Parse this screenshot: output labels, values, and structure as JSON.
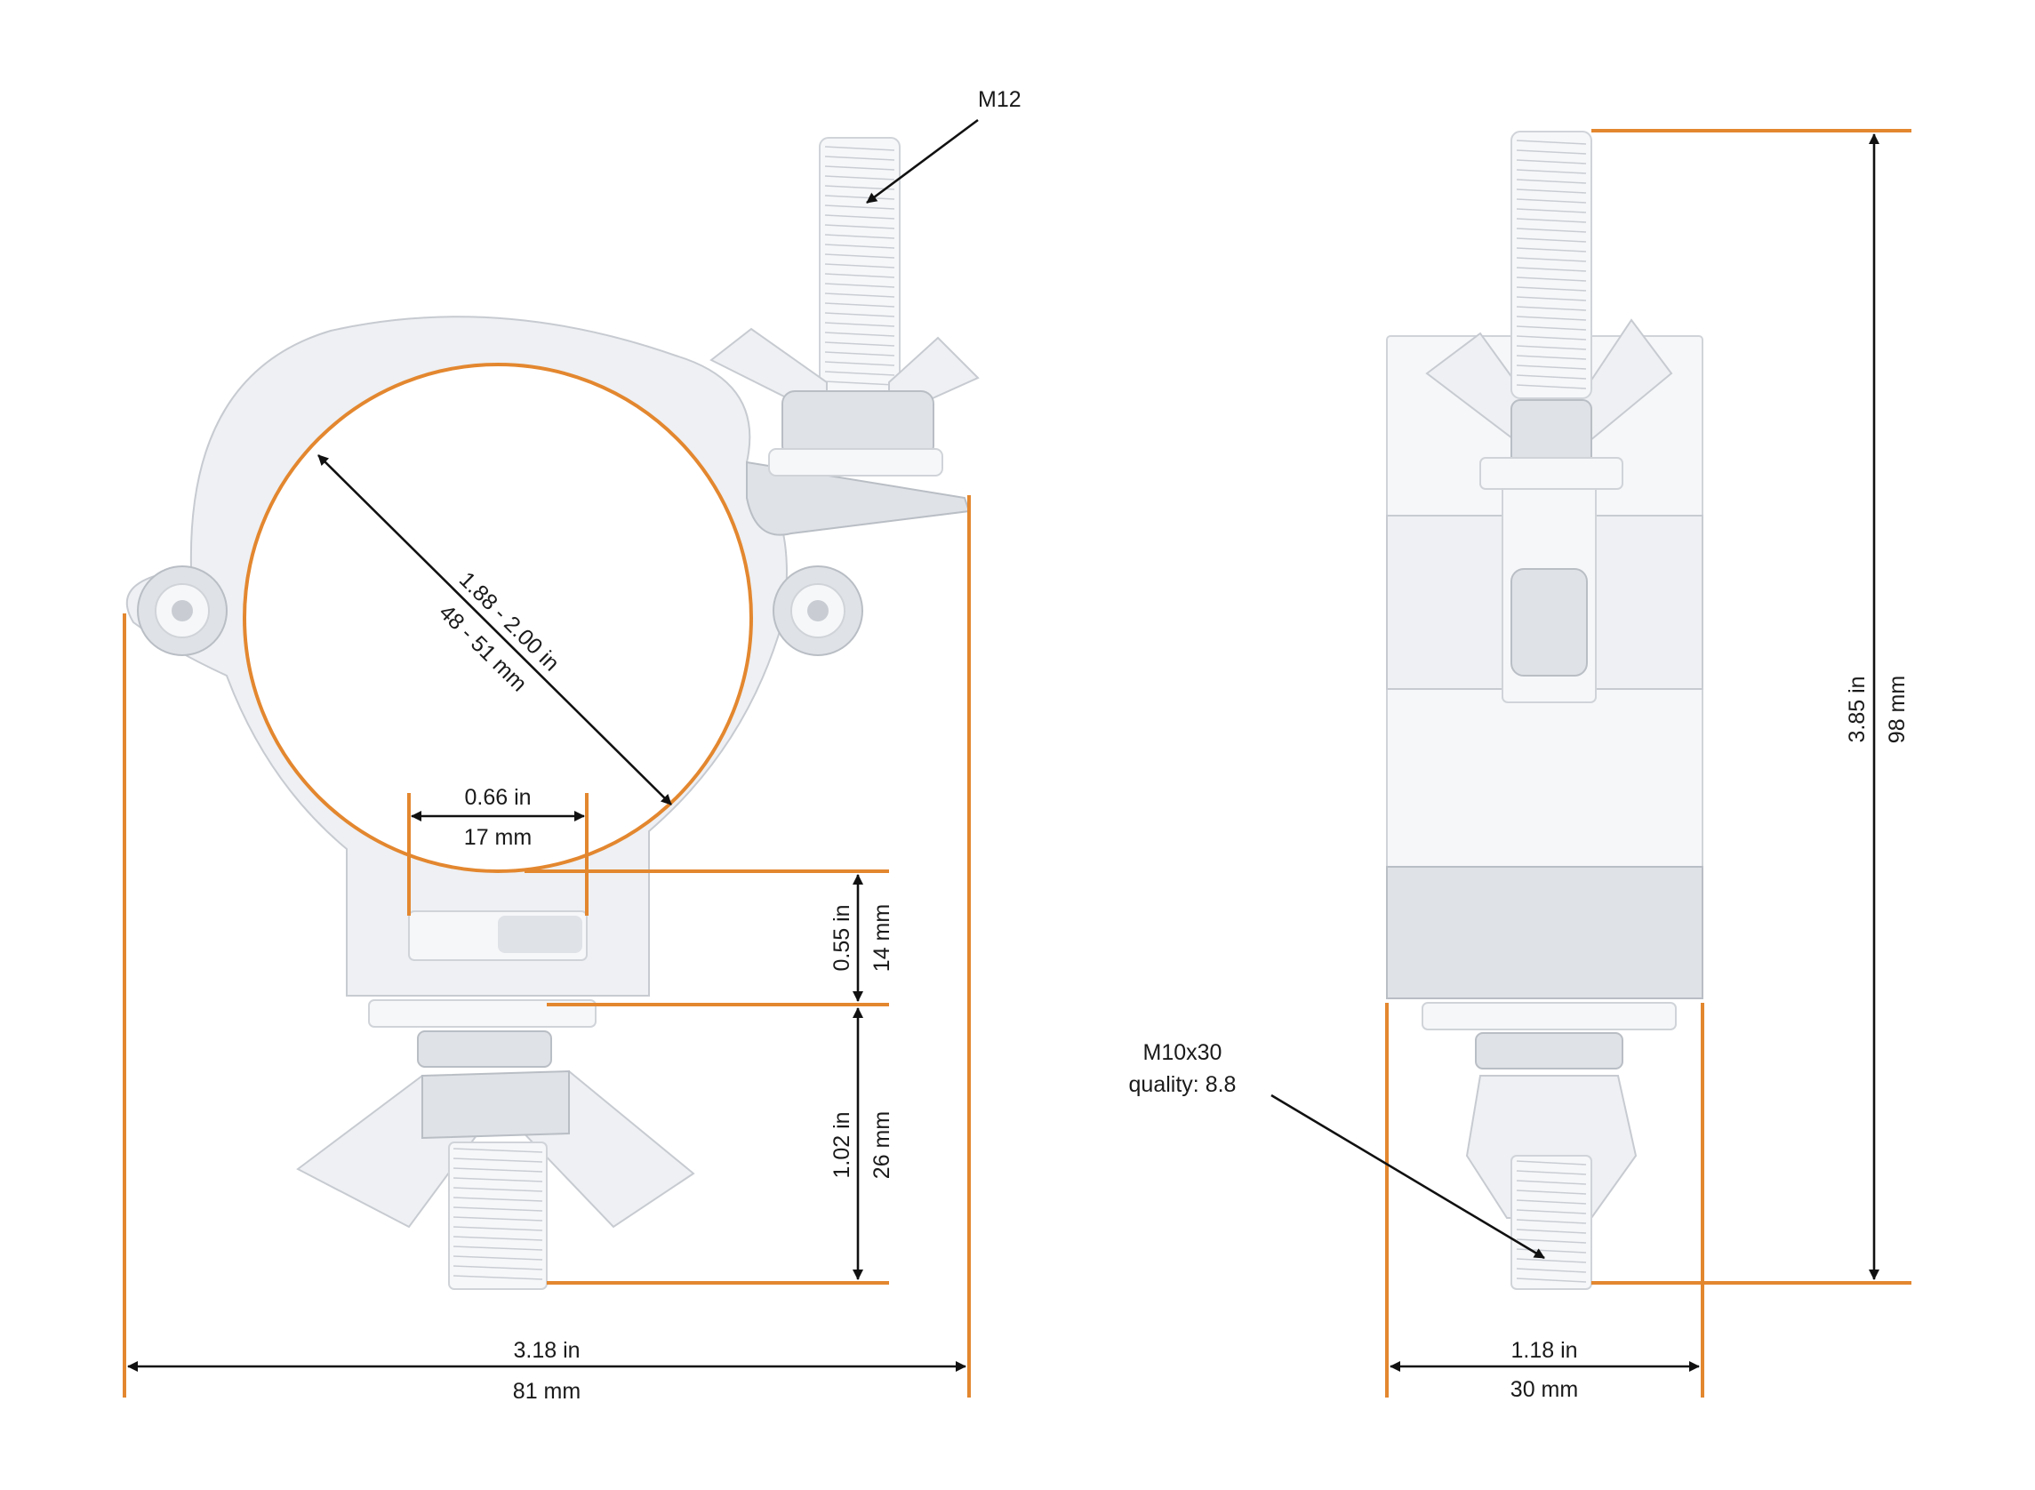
{
  "colors": {
    "dimension_line": "#e3872f",
    "arrow_line": "#111111",
    "metal": "#eef0f3"
  },
  "front_view": {
    "bolt_label": "M12",
    "tube_diameter_in": "1.88 - 2.00 in",
    "tube_diameter_mm": "48 - 51 mm",
    "slot_width_in": "0.66 in",
    "slot_width_mm": "17 mm",
    "base_height_in": "0.55 in",
    "base_height_mm": "14 mm",
    "bolt_length_in": "1.02 in",
    "bolt_length_mm": "26 mm",
    "total_width_in": "3.18 in",
    "total_width_mm": "81 mm"
  },
  "side_view": {
    "bolt_spec_line1": "M10x30",
    "bolt_spec_line2": "quality: 8.8",
    "total_height_in": "3.85 in",
    "total_height_mm": "98 mm",
    "width_in": "1.18 in",
    "width_mm": "30 mm"
  }
}
